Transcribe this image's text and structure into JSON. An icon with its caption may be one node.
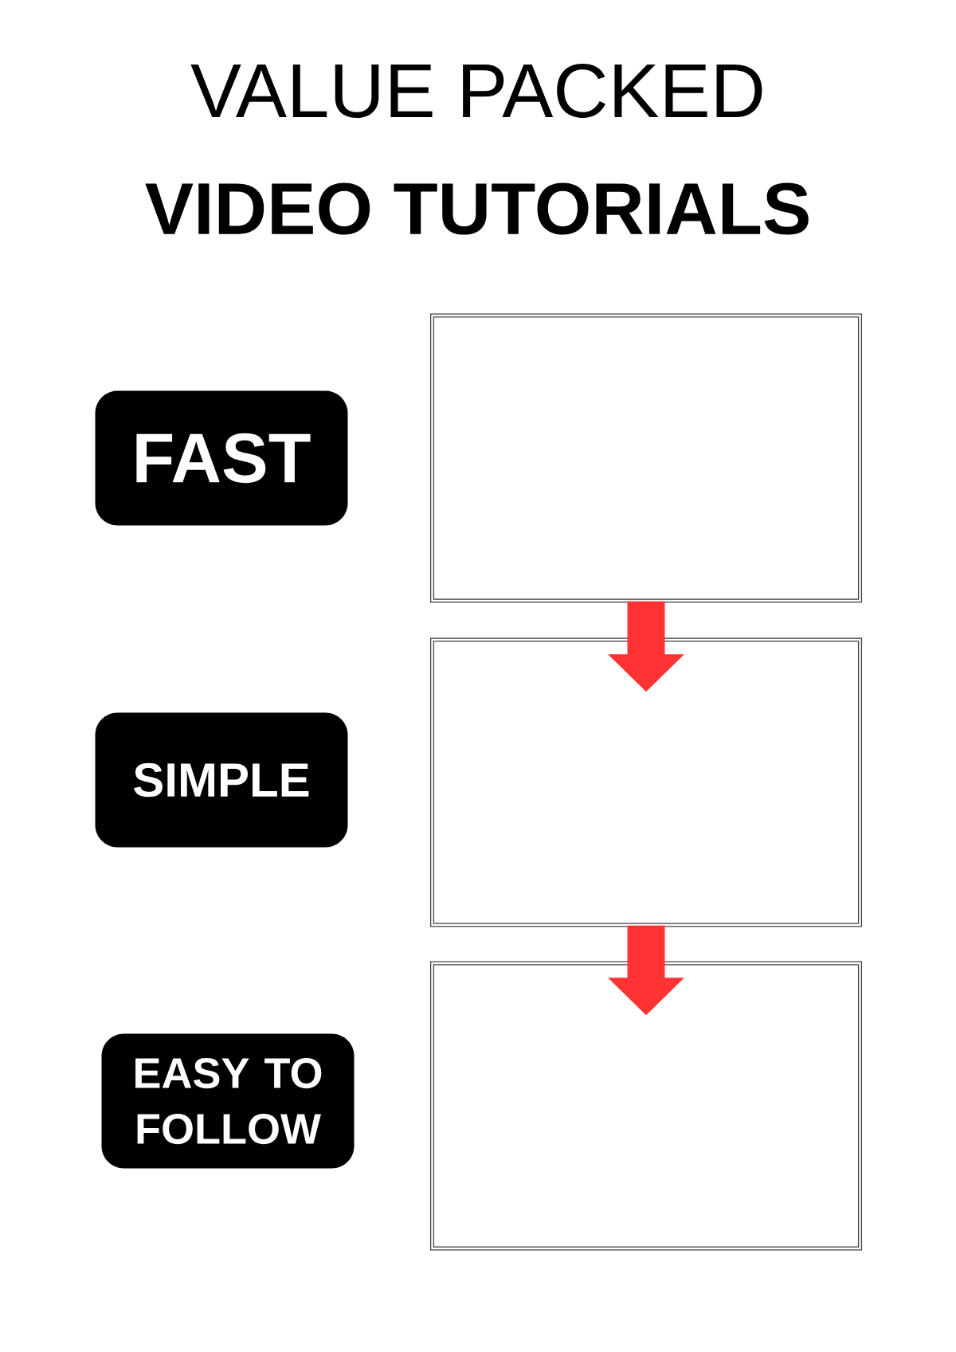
{
  "diagram": {
    "title": "VALUE PACKED",
    "nodes": [
      {
        "text": [
          "FAST"
        ]
      },
      {
        "text": [
          "SIMPLE"
        ]
      },
      {
        "text": [
          "EASY TO FOLLOW"
        ]
      },
      {
        "text": [],
        "shape": "box"
      },
      {
        "text": [],
        "shape": "box"
      },
      {
        "text": [],
        "shape": "box"
      }
    ],
    "edges": [
      {
        "from": 3,
        "to": 4,
        "arrow": "to",
        "color": "#ff3333"
      },
      {
        "from": 4,
        "to": 5,
        "arrow": "to",
        "color": "#ff3333"
      }
    ],
    "labels": [
      "VIDEO TUTORIALS"
    ]
  }
}
